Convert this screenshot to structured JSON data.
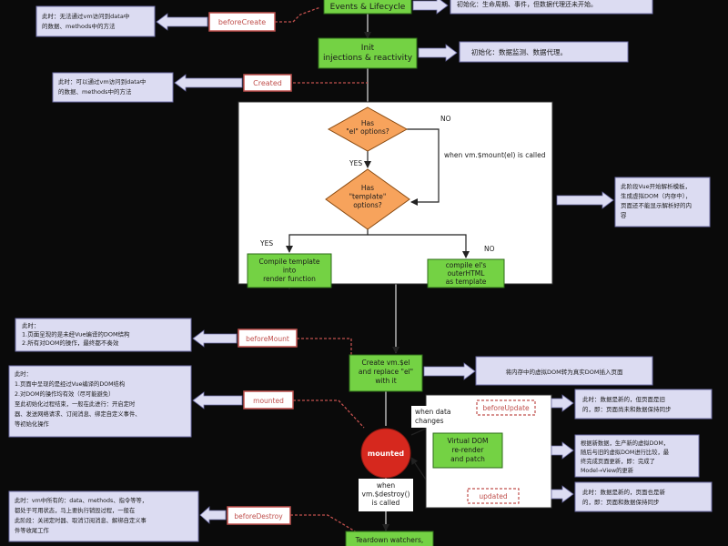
{
  "stages": {
    "events_lifecycle": "Events & Lifecycle",
    "init_injections": "Init\ninjections & reactivity",
    "compile_template": "Compile template\ninto\nrender function",
    "compile_outer": "compile el's\nouterHTML\nas template",
    "create_el": "Create vm.$el\nand replace \"el\"\nwith it",
    "mounted_circle": "mounted",
    "vdom_rerender": "Virtual DOM\nre-render\nand patch",
    "teardown": "Teardown watchers,"
  },
  "decisions": {
    "has_el": "Has\n\"el\" options?",
    "has_template": "Has\n\"template\"\noptions?",
    "when_mount": "when vm.$mount(el) is called",
    "when_data_changes": "when data\nchanges",
    "when_destroy": "when\nvm.$destroy()\nis called",
    "yes1": "YES",
    "no1": "NO",
    "yes2": "YES",
    "no2": "NO"
  },
  "hooks": {
    "before_create": "beforeCreate",
    "created": "Created",
    "before_mount": "beforeMount",
    "mounted": "mounted",
    "before_update": "beforeUpdate",
    "updated": "updated",
    "before_destroy": "beforeDestroy"
  },
  "notes": {
    "before_create": "此时：无法通过vm访问到data中\n的数据、methods中的方法",
    "created": "此时：可以通过vm访问到data中\n的数据、methods中的方法",
    "before_mount": "此时：\n1.页面呈现的是未经Vue编译的DOM结构\n2.所有对DOM的操作，最终都不奏效",
    "mounted": "此时：\n1.页面中呈现的是经过Vue编译的DOM结构\n2.对DOM的操作均有效（尽可能避免）\n至此初始化过程结束，一般在此进行：开启定时\n器、发送网络请求、订阅消息、绑定自定义事件、\n等初始化操作",
    "before_destroy": "此时：vm中所有的：data、methods、指令等等，\n都处于可用状态，马上要执行销毁过程，一般在\n此阶段：关闭定时器、取消订阅消息、解绑自定义事\n件等收尾工作",
    "lifecycle": "初始化：生命周期、事件，但数据代理还未开始。",
    "init": "初始化：数据监测、数据代理。",
    "template_parse": "此阶段Vue开始解析模板，\n生成虚拟DOM（内存中），\n页面还不能显示解析好的内\n容",
    "create_el": "将内存中的虚拟DOM转为真实DOM插入页面",
    "before_update": "此时：数据是新的，但页面是旧\n的，即：页面尚未和数据保持同步",
    "vdom": "根据新数据，生产新的虚拟DOM，\n随后与旧的虚拟DOM进行比较，最\n终完成页面更新，即：完成了\nModel→View的更新",
    "updated": "此时：数据是新的，页面也是新\n的，即：页面和数据保持同步"
  },
  "colors": {
    "green": "#74d244",
    "orange": "#f7a35c",
    "hook_border": "#c0504d",
    "hook_text": "#c0504d",
    "note_fill": "#dcdcf2",
    "note_border": "#6f6fa8",
    "mounted_circle": "#d6281e",
    "arrow": "#dcdcf2"
  }
}
